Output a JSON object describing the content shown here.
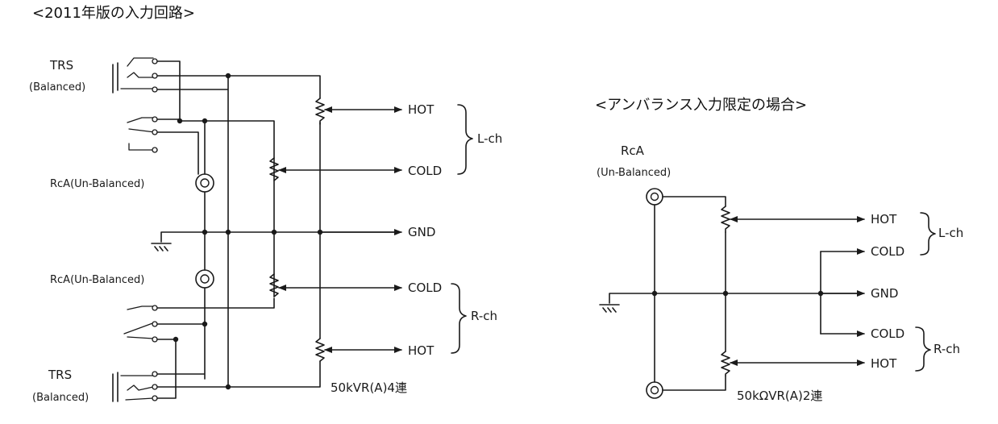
{
  "titles": {
    "left": "<2011年版の入力回路>",
    "right": "<アンバランス入力限定の場合>"
  },
  "left_circuit": {
    "trs_top": {
      "line1": "TRS",
      "line2": "(Balanced)"
    },
    "rca_top": "RcA(Un-Balanced)",
    "rca_bottom": "RcA(Un-Balanced)",
    "trs_bottom": {
      "line1": "TRS",
      "line2": "(Balanced)"
    },
    "outputs": {
      "hot_l": "HOT",
      "cold_l": "COLD",
      "gnd": "GND",
      "cold_r": "COLD",
      "hot_r": "HOT"
    },
    "channel_l": "L-ch",
    "channel_r": "R-ch",
    "vr_label": "50kVR(A)4連"
  },
  "right_circuit": {
    "rca": {
      "line1": "RcA",
      "line2": "(Un-Balanced)"
    },
    "outputs": {
      "hot_l": "HOT",
      "cold_l": "COLD",
      "gnd": "GND",
      "cold_r": "COLD",
      "hot_r": "HOT"
    },
    "channel_l": "L-ch",
    "channel_r": "R-ch",
    "vr_label": "50kΩVR(A)2連"
  }
}
